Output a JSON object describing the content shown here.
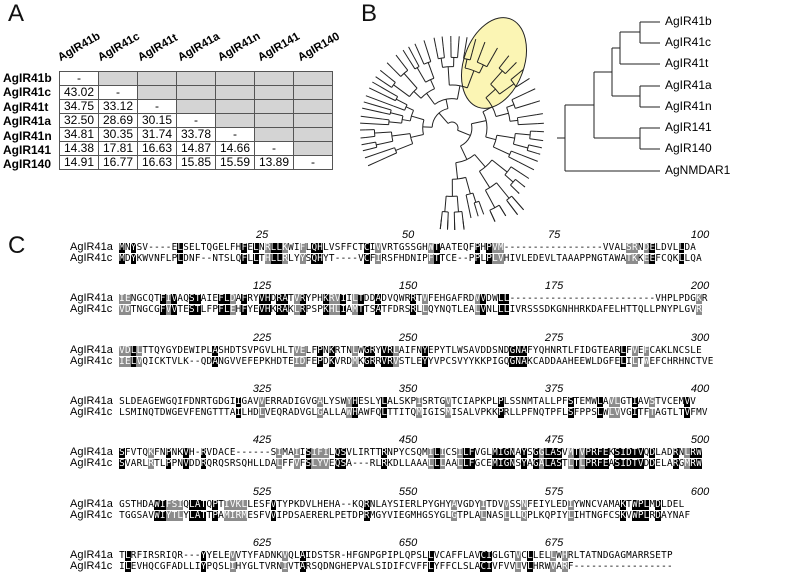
{
  "panels": {
    "a": "A",
    "b": "B",
    "c": "C"
  },
  "identity_table": {
    "columns": [
      "AgIR41b",
      "AgIR41c",
      "AgIR41t",
      "AgIR41a",
      "AgIR41n",
      "AgIR141",
      "AgIR140"
    ],
    "rows": [
      {
        "label": "AgIR41b",
        "cells": [
          "-",
          "",
          "",
          "",
          "",
          "",
          ""
        ]
      },
      {
        "label": "AgIR41c",
        "cells": [
          "43.02",
          "-",
          "",
          "",
          "",
          "",
          ""
        ]
      },
      {
        "label": "AgIR41t",
        "cells": [
          "34.75",
          "33.12",
          "-",
          "",
          "",
          "",
          ""
        ]
      },
      {
        "label": "AgIR41a",
        "cells": [
          "32.50",
          "28.69",
          "30.15",
          "-",
          "",
          "",
          ""
        ]
      },
      {
        "label": "AgIR41n",
        "cells": [
          "34.81",
          "30.35",
          "31.74",
          "33.78",
          "-",
          "",
          ""
        ]
      },
      {
        "label": "AgIR141",
        "cells": [
          "14.38",
          "17.81",
          "16.63",
          "14.87",
          "14.66",
          "-",
          ""
        ]
      },
      {
        "label": "AgIR140",
        "cells": [
          "14.91",
          "16.77",
          "16.63",
          "15.85",
          "15.59",
          "13.89",
          "-"
        ]
      }
    ]
  },
  "tree_leaves": [
    "AgIR41b",
    "AgIR41c",
    "AgIR41t",
    "AgIR41a",
    "AgIR41n",
    "AgIR141",
    "AgIR140",
    "AgNMDAR1"
  ],
  "alignment": {
    "names": [
      "AgIR41a",
      "AgIR41c"
    ],
    "blocks": [
      {
        "ticks": [
          "25",
          "50",
          "75",
          "100"
        ],
        "a": "MNYSV----ELSELTQGELFHFELNRLLKWIFLQHLVSFFCTCIVVRTGSSGHWTAATEQFPHPVM-----------------VVALSRNDELDVLLDA",
        "c": "MDYKWVNFLPLDNF--NTSLQFLLTHLLRLYYSQHYT----VCFIRSFHDNIPFTTCE--PPLPLVHIVLEDEVLTAAAPPNGTAWATKKEEFCQKLLQA"
      },
      {
        "ticks": [
          "125",
          "150",
          "175",
          "200"
        ],
        "a": "IENGCQTFIVAQSTAIEFLDAFRYVHDRATVRYPHKRVIILTDDADVQWRRTVFEHGAFRDVVDWLL-------------------------VHPLPDGKR",
        "c": "VDTNGCGFVVTESTLFPFLEHFYEVHKRAKLRPSPKHLIAMTTSATFDRSRLLQYNQTLEALVNLLLIVRSSSDKGNHHRKDAFELHTTQLLPNYPLGVR"
      },
      {
        "ticks": [
          "225",
          "250",
          "275",
          "300"
        ],
        "a": "VDLLTTQYGYDEWIPLASHDTSVPGVLHLTVELFPNKRTNLWGRYVRLAIFNYEPYTLWSAVDDSNDGNAFYQHNRTLFIDGTEARLFVEFCAKLNCSLE",
        "c": "IELVQICKTVLK--QDANGVVEFEPKHDTEIDFEPDKVRDMKGRRVRVSTLEYYVPCSVYYKKPIGQGNAKCADDAAHEEWLDGFELILTWEFCHRHNCTVE"
      },
      {
        "ticks": [
          "325",
          "350",
          "375",
          "400"
        ],
        "a": "SLDEAGEWGQIFDNRTGDGIIGAVVERRADIGVGALYSWYHESLYLALSKPISRTGVTCIAPKPLPLSSNMTALLPFSTEMWLAVLGTIAVSTVCEMVV",
        "c": "LSMINQTDWGEVFENGTTTAILHDLVEQRADVGLGALLAWHAWFQLTTITQMIGISMISALVPKKPRLLPFNQTPFLSFPPSLWLVVGITFTAGTLTVFMV"
      },
      {
        "ticks": [
          "425",
          "450",
          "475",
          "500"
        ],
        "a": "SFVTQKFNPNKVH-RVDACE------SIMAIISIFILQSVLIRTTRNPYCSQMILICSILFVGLMIGNAYSGGLASVMTVPRFEKSIDTVQDLADRNLRW",
        "c": "SVARLRTLPPNVDDRQRQSRSQHLLDALFFVFSLYVEQSA---RLRKDLLAAALLLAALLFGCEMIGNSYAGALASTLTLPRFEASIDTVDDELARGMRW"
      },
      {
        "ticks": [
          "525",
          "550",
          "575",
          "600"
        ],
        "a": "GSTHDAWIFSIQLATQPTIVKLLESFVTYPKDVLHEHA--KQRNLAYSIERLPYGHYAVGDYITDVVSSNFEIYLEDIYWNCVAMAKTWPLMDLDEL",
        "c": "TGGSAVWIYTLYLATTPAMIRMESFVVIPDSAERERLPETDPRMGYVIEGMHGSYGLGTPLALNASLLLQPLKQPIYLIHTNGFCSKVWPLRDAYNAF"
      },
      {
        "ticks": [
          "625",
          "650",
          "675"
        ],
        "a": "TLRFIRSRIQR---YYELEVVTYFADNKVQLAIDSTSR-HFGNPGPIPLQPSLLVCAFFLAVCIGLGTVCLLELLWHRLTATNDGAGMARRSETP",
        "c": "ILEVHQCGFADLLIYPQSLIHYGLTVRNIVTARSQDNGHEPVALSIDIFCVFFLYFFCLSLACIVFVVLVLHRWVARF-----------------"
      }
    ]
  },
  "colors": {
    "identical": "#000000",
    "similar": "#8c8c8c",
    "table_shade": "#d4d4d4",
    "clade_highlight": "#fbf5b4"
  }
}
